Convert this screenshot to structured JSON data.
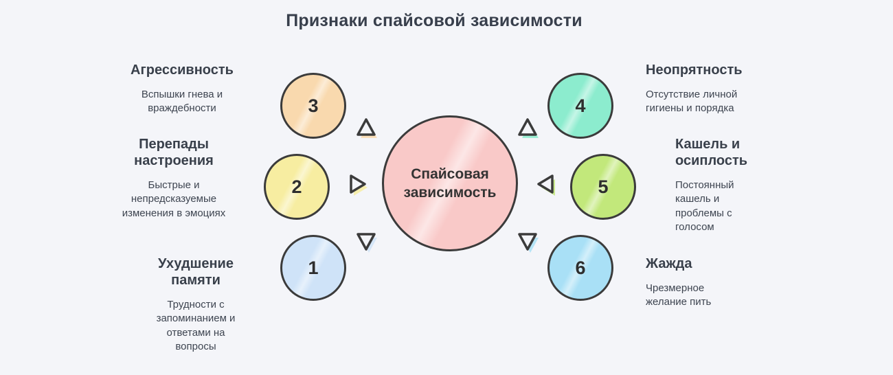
{
  "title": "Признаки спайсовой зависимости",
  "center": {
    "label": "Спайсовая зависимость",
    "color": "#f9c9c8"
  },
  "items": [
    {
      "number": "1",
      "heading": "Ухудшение памяти",
      "description": "Трудности с запоминанием и ответами на вопросы",
      "color": "#cfe3f8"
    },
    {
      "number": "2",
      "heading": "Перепады настроения",
      "description": "Быстрые и непредсказуемые изменения в эмоциях",
      "color": "#f7eda1"
    },
    {
      "number": "3",
      "heading": "Агрессивность",
      "description": "Вспышки гнева и враждебности",
      "color": "#f9d9ae"
    },
    {
      "number": "4",
      "heading": "Неопрятность",
      "description": "Отсутствие личной гигиены и порядка",
      "color": "#8cecce"
    },
    {
      "number": "5",
      "heading": "Кашель и осиплость",
      "description": "Постоянный кашель и проблемы с голосом",
      "color": "#c2e87b"
    },
    {
      "number": "6",
      "heading": "Жажда",
      "description": "Чрезмерное желание пить",
      "color": "#a9e0f6"
    }
  ],
  "colors": {
    "background": "#f4f5f9",
    "outline": "#3b3b3b"
  }
}
